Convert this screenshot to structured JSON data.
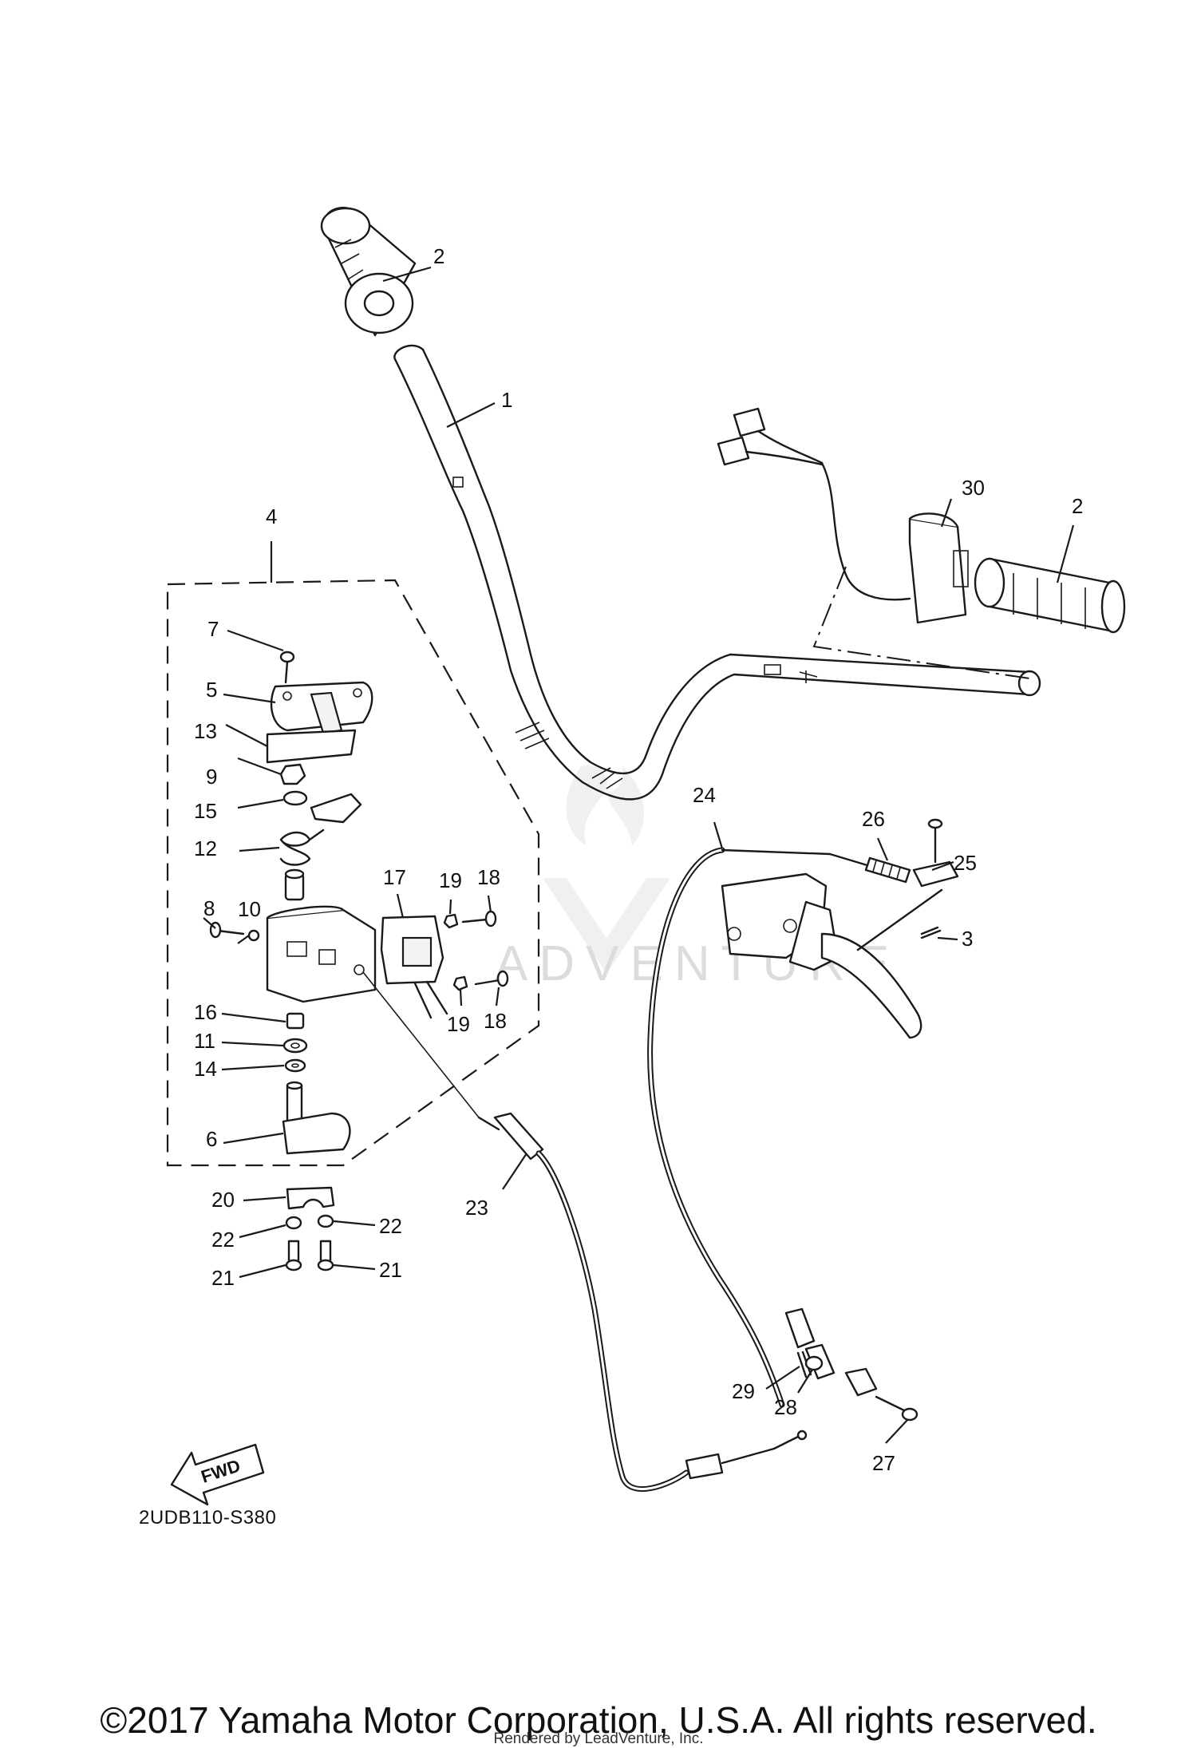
{
  "diagram": {
    "code": "2UDB110-S380",
    "direction_badge": "FWD",
    "copyright": "©2017 Yamaha Motor Corporation, U.S.A. All rights reserved.",
    "rendered_by": "Rendered by LeadVenture, Inc.",
    "watermark": "ADVENTURE"
  },
  "callouts": [
    {
      "id": "c1",
      "label": "1"
    },
    {
      "id": "c2a",
      "label": "2"
    },
    {
      "id": "c2b",
      "label": "2"
    },
    {
      "id": "c3",
      "label": "3"
    },
    {
      "id": "c4",
      "label": "4"
    },
    {
      "id": "c5",
      "label": "5"
    },
    {
      "id": "c6",
      "label": "6"
    },
    {
      "id": "c7",
      "label": "7"
    },
    {
      "id": "c8",
      "label": "8"
    },
    {
      "id": "c9",
      "label": "9"
    },
    {
      "id": "c10",
      "label": "10"
    },
    {
      "id": "c11",
      "label": "11"
    },
    {
      "id": "c12",
      "label": "12"
    },
    {
      "id": "c13",
      "label": "13"
    },
    {
      "id": "c14",
      "label": "14"
    },
    {
      "id": "c15",
      "label": "15"
    },
    {
      "id": "c16",
      "label": "16"
    },
    {
      "id": "c17",
      "label": "17"
    },
    {
      "id": "c18a",
      "label": "18"
    },
    {
      "id": "c18b",
      "label": "18"
    },
    {
      "id": "c19a",
      "label": "19"
    },
    {
      "id": "c19b",
      "label": "19"
    },
    {
      "id": "c20",
      "label": "20"
    },
    {
      "id": "c21a",
      "label": "21"
    },
    {
      "id": "c21b",
      "label": "21"
    },
    {
      "id": "c22a",
      "label": "22"
    },
    {
      "id": "c22b",
      "label": "22"
    },
    {
      "id": "c23",
      "label": "23"
    },
    {
      "id": "c24",
      "label": "24"
    },
    {
      "id": "c25",
      "label": "25"
    },
    {
      "id": "c26",
      "label": "26"
    },
    {
      "id": "c27",
      "label": "27"
    },
    {
      "id": "c28",
      "label": "28"
    },
    {
      "id": "c29",
      "label": "29"
    },
    {
      "id": "c30",
      "label": "30"
    }
  ]
}
